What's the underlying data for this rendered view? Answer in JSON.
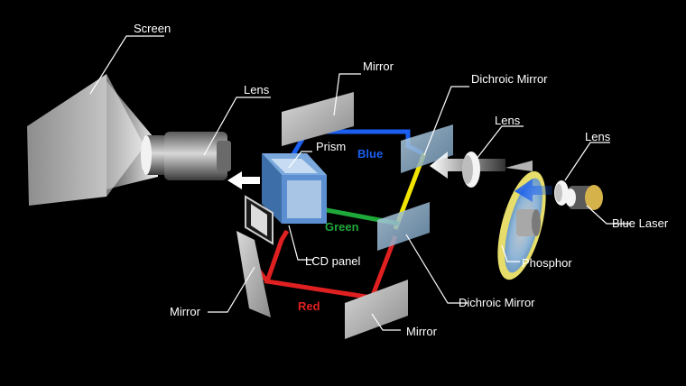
{
  "labels": {
    "screen": "Screen",
    "lens_main": "Lens",
    "mirror_top": "Mirror",
    "dichroic_top": "Dichroic Mirror",
    "lens_mid": "Lens",
    "lens_right": "Lens",
    "prism": "Prism",
    "blue_beam": "Blue",
    "green_beam": "Green",
    "lcd_panel": "LCD panel",
    "blue_laser": "Blue Laser",
    "phosphor": "Phosphor",
    "mirror_left": "Mirror",
    "red_beam": "Red",
    "dichroic_bottom": "Dichroic Mirror",
    "mirror_bottom": "Mirror"
  },
  "colors": {
    "background": "#000000",
    "blue_beam": "#1a5ff0",
    "green_beam": "#1fa83a",
    "red_beam": "#e02020",
    "yellow_beam": "#f2e600",
    "white_light": "#ffffff",
    "prism_face": "#5b8fd1",
    "phosphor_ring": "#e6dd6a",
    "laser_body": "#d6b24a"
  },
  "icons": {
    "light_arrow": "arrow-icon"
  }
}
